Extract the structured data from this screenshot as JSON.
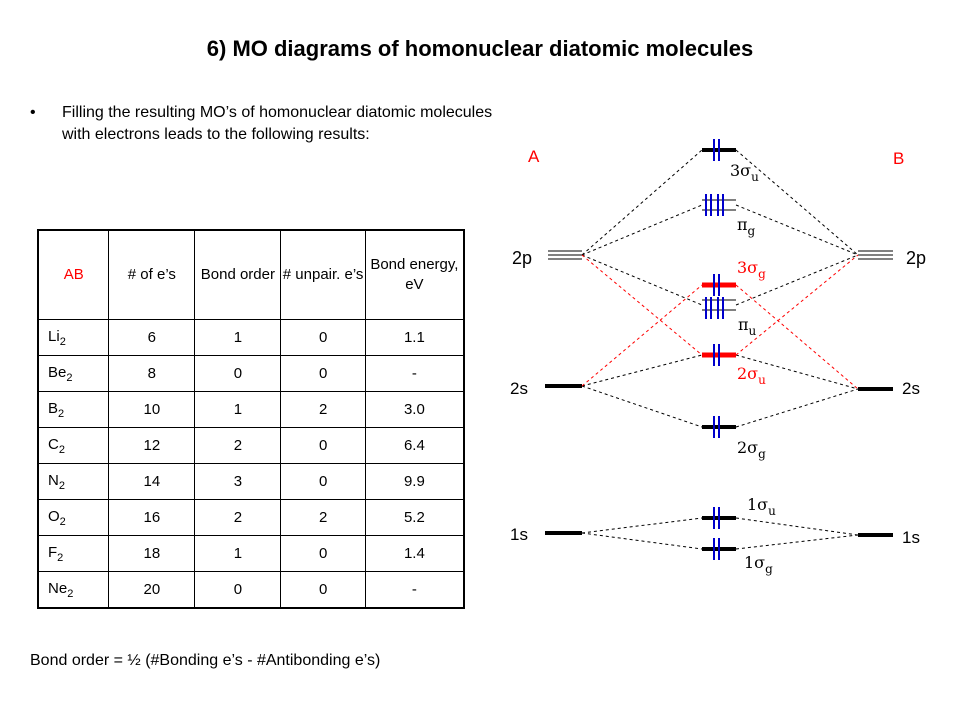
{
  "title": "6) MO diagrams of homonuclear diatomic molecules",
  "bullet": {
    "symbol": "•",
    "text": "Filling the resulting MO’s of homonuclear diatomic molecules with electrons leads to the following results:"
  },
  "table": {
    "headers": [
      "AB",
      "# of e’s",
      "Bond order",
      "# unpair. e’s",
      "Bond energy, eV"
    ],
    "rows": [
      {
        "sym": "Li",
        "sub": "2",
        "electrons": "6",
        "bond_order": "1",
        "unpaired": "0",
        "energy": "1.1"
      },
      {
        "sym": "Be",
        "sub": "2",
        "electrons": "8",
        "bond_order": "0",
        "unpaired": "0",
        "energy": "-"
      },
      {
        "sym": "B",
        "sub": "2",
        "electrons": "10",
        "bond_order": "1",
        "unpaired": "2",
        "energy": "3.0"
      },
      {
        "sym": "C",
        "sub": "2",
        "electrons": "12",
        "bond_order": "2",
        "unpaired": "0",
        "energy": "6.4"
      },
      {
        "sym": "N",
        "sub": "2",
        "electrons": "14",
        "bond_order": "3",
        "unpaired": "0",
        "energy": "9.9"
      },
      {
        "sym": "O",
        "sub": "2",
        "electrons": "16",
        "bond_order": "2",
        "unpaired": "2",
        "energy": "5.2"
      },
      {
        "sym": "F",
        "sub": "2",
        "electrons": "18",
        "bond_order": "1",
        "unpaired": "0",
        "energy": "1.4"
      },
      {
        "sym": "Ne",
        "sub": "2",
        "electrons": "20",
        "bond_order": "0",
        "unpaired": "0",
        "energy": "-"
      }
    ]
  },
  "note": "Bond order = ½ (#Bonding e’s - #Antibonding e’s)",
  "diagram": {
    "atom_left": "A",
    "atom_right": "B",
    "atomic_orbitals": {
      "p": "2p",
      "s2": "2s",
      "s1": "1s"
    },
    "molecular_orbitals": [
      {
        "key": "s3u",
        "base": "3σ",
        "sub": "u",
        "highlight": false
      },
      {
        "key": "pig",
        "base": "π",
        "sub": "g",
        "highlight": false
      },
      {
        "key": "s3g",
        "base": "3σ",
        "sub": "g",
        "highlight": true
      },
      {
        "key": "piu",
        "base": "π",
        "sub": "u",
        "highlight": false
      },
      {
        "key": "s2u",
        "base": "2σ",
        "sub": "u",
        "highlight": true
      },
      {
        "key": "s2g",
        "base": "2σ",
        "sub": "g",
        "highlight": false
      },
      {
        "key": "s1u",
        "base": "1σ",
        "sub": "u",
        "highlight": false
      },
      {
        "key": "s1g",
        "base": "1σ",
        "sub": "g",
        "highlight": false
      }
    ],
    "colors": {
      "highlight": "#ff0000",
      "electron": "#0000cc",
      "level": "#000000"
    }
  }
}
